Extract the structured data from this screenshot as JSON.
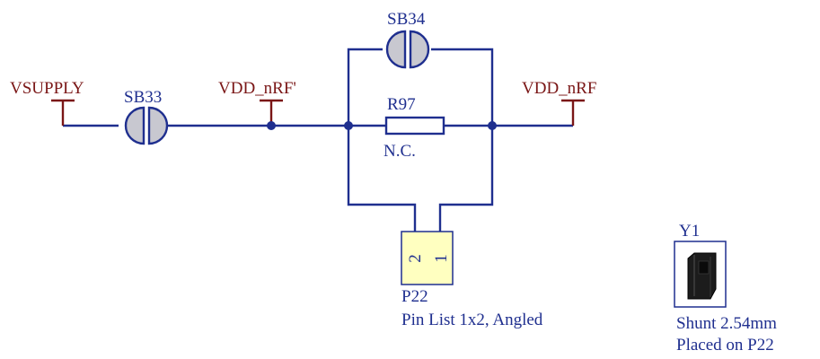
{
  "nets": {
    "vsupply": "VSUPPLY",
    "vdd_nrf_prime": "VDD_nRF'",
    "vdd_nrf": "VDD_nRF"
  },
  "components": {
    "sb33": {
      "designator": "SB33"
    },
    "sb34": {
      "designator": "SB34"
    },
    "r97": {
      "designator": "R97",
      "value": "N.C."
    },
    "p22": {
      "designator": "P22",
      "description": "Pin List 1x2, Angled",
      "pin1": "1",
      "pin2": "2"
    },
    "y1": {
      "designator": "Y1",
      "line1": "Shunt 2.54mm",
      "line2": "Placed on P22"
    }
  },
  "colors": {
    "wire": "#1f2f8f",
    "net_label": "#7a1616",
    "connector_fill": "#ffffc0",
    "jumper_fill": "#c8c8d0"
  }
}
